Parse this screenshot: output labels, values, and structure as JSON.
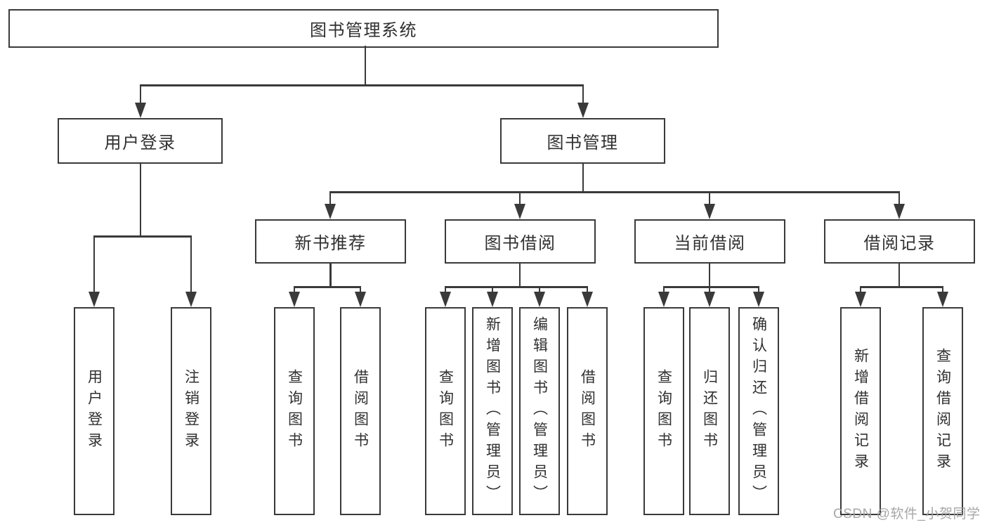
{
  "tree": {
    "root": "图书管理系统",
    "children": [
      {
        "label": "用户登录",
        "children": [
          "用户登录",
          "注销登录"
        ]
      },
      {
        "label": "图书管理",
        "children": [
          {
            "label": "新书推荐",
            "children": [
              "查询图书",
              "借阅图书"
            ]
          },
          {
            "label": "图书借阅",
            "children": [
              "查询图书",
              "新增图书（管理员）",
              "编辑图书（管理员）",
              "借阅图书"
            ]
          },
          {
            "label": "当前借阅",
            "children": [
              "查询图书",
              "归还图书",
              "确认归还（管理员）"
            ]
          },
          {
            "label": "借阅记录",
            "children": [
              "新增借阅记录",
              "查询借阅记录"
            ]
          }
        ]
      }
    ]
  },
  "watermark": "CSDN @软件_小贺同学",
  "colors": {
    "line": "#3a3a3a",
    "text": "#303030",
    "background": "#ffffff",
    "watermark": "#a2a2a2"
  }
}
